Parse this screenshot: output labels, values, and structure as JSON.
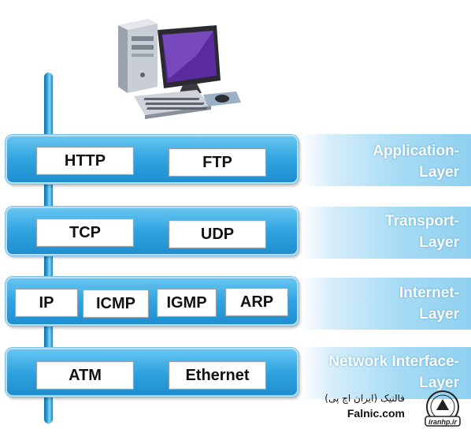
{
  "layers": [
    {
      "label_line1": "Application-",
      "label_line2": "Layer",
      "protocols": [
        "HTTP",
        "FTP"
      ]
    },
    {
      "label_line1": "Transport-",
      "label_line2": "Layer",
      "protocols": [
        "TCP",
        "UDP"
      ]
    },
    {
      "label_line1": "Internet-",
      "label_line2": "Layer",
      "protocols": [
        "IP",
        "ICMP",
        "IGMP",
        "ARP"
      ]
    },
    {
      "label_line1": "Network Interface-",
      "label_line2": "Layer",
      "protocols": [
        "ATM",
        "Ethernet"
      ]
    }
  ],
  "watermark": {
    "text_fa": "فالنیک (ایران اچ پی)",
    "text_en": "Falnic.com",
    "logo_text": "iranhp.ir"
  },
  "colors": {
    "layer_blue": "#2fa3e0",
    "band_blue": "#8fd0f0",
    "label_white": "#ffffff"
  }
}
